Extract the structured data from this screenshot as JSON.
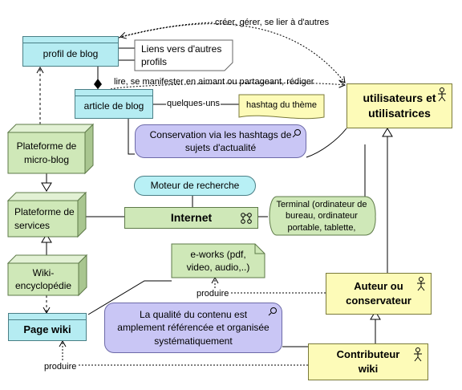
{
  "nodes": {
    "profil_blog": "profil de blog",
    "liens_vers": "Liens vers d'autres profils",
    "article_blog": "article de blog",
    "hashtag": "hashtag du thème",
    "conservation": "Conservation via les hashtags de sujets d'actualité",
    "utilisateurs": "utilisateurs et utilisatrices",
    "plateforme_micro": "Plateforme de micro-blog",
    "moteur": "Moteur de recherche",
    "plateforme_services": "Plateforme de services",
    "internet": "Internet",
    "terminal": "Terminal (ordinateur de bureau, ordinateur portable, tablette,",
    "eworks": "e-works (pdf, video, audio,..)",
    "wiki_encyclopedie": "Wiki-encyclopédie",
    "auteur": "Auteur ou conservateur",
    "page_wiki": "Page wiki",
    "qualite": "La qualité du contenu est amplement référencée et organisée systématiquement",
    "contributeur": "Contributeur wiki"
  },
  "relations": {
    "creer_gerer": "créer, gérer, se lier à d'autres",
    "lire": "lire, se manifester en aimant  ou  partageant, rédiger",
    "quelques_uns": "quelques-uns",
    "produire_1": "produire",
    "produire_2": "produire"
  },
  "colors": {
    "application": "#b5ecf2",
    "business": "#fdfbb8",
    "technology": "#cfe8b8",
    "service": "#b8f0f5",
    "meaning": "#c9c6f5"
  }
}
